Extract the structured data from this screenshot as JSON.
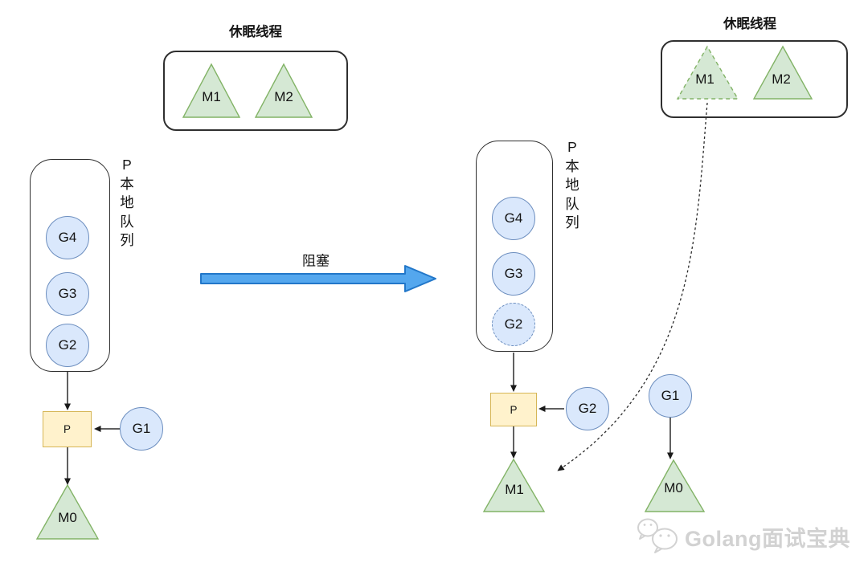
{
  "left": {
    "sleep_box": {
      "title": "休眠线程",
      "threads": [
        {
          "label": "M1"
        },
        {
          "label": "M2"
        }
      ]
    },
    "local_queue": {
      "label": "P本地队列",
      "goroutines": [
        {
          "label": "G4"
        },
        {
          "label": "G3"
        },
        {
          "label": "G2"
        }
      ]
    },
    "processor": {
      "label": "P"
    },
    "running_goroutine": {
      "label": "G1"
    },
    "machine": {
      "label": "M0"
    }
  },
  "transition": {
    "label": "阻塞"
  },
  "right": {
    "sleep_box": {
      "title": "休眠线程",
      "threads": [
        {
          "label": "M1",
          "dashed": true
        },
        {
          "label": "M2"
        }
      ]
    },
    "local_queue": {
      "label": "P本地队列",
      "goroutines": [
        {
          "label": "G4"
        },
        {
          "label": "G3"
        },
        {
          "label": "G2",
          "dashed": true
        }
      ]
    },
    "processor": {
      "label": "P"
    },
    "running_goroutine": {
      "label": "G2"
    },
    "machine": {
      "label": "M1"
    },
    "blocked_goroutine": {
      "label": "G1"
    },
    "blocked_machine": {
      "label": "M0"
    }
  },
  "watermark": {
    "icon": "wechat-icon",
    "text": "Golang面试宝典"
  },
  "colors": {
    "thread_fill": "#d5e8d4",
    "thread_stroke": "#82b366",
    "goroutine_fill": "#dae8fc",
    "goroutine_stroke": "#6c8ebf",
    "processor_fill": "#fff2cc",
    "processor_stroke": "#d6b656",
    "transition_arrow_fill": "#54a7ee",
    "transition_arrow_stroke": "#2277c9",
    "line": "#2b2b2b",
    "watermark": "#d2d2d2"
  }
}
